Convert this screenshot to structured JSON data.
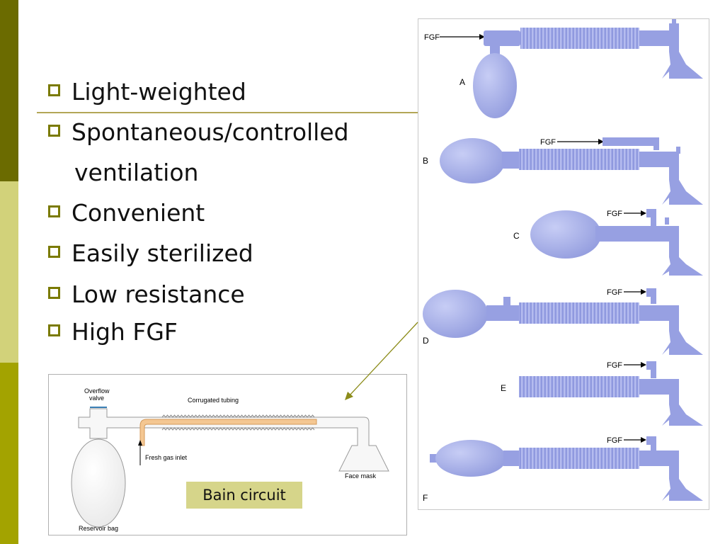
{
  "bullets": [
    "Light-weighted",
    "Spontaneous/controlled",
    "ventilation",
    "Convenient",
    "Easily sterilized",
    "Low resistance",
    "High FGF"
  ],
  "mapleson": {
    "fgf_label": "FGF",
    "labels": [
      "A",
      "B",
      "C",
      "D",
      "E",
      "F"
    ]
  },
  "bain": {
    "label": "Bain circuit",
    "overflow_valve": [
      "Overflow",
      "valve"
    ],
    "corrugated_tubing": "Corrugated tubing",
    "fresh_gas_inlet": "Fresh gas inlet",
    "face_mask": "Face mask",
    "reservoir_bag": "Reservoir bag"
  },
  "colors": {
    "tube": "#97a0e2",
    "tube_dark": "#7b85d2",
    "band_dark": "#6b6b00",
    "band_light": "#d2d27a",
    "band_mid": "#a3a300"
  }
}
